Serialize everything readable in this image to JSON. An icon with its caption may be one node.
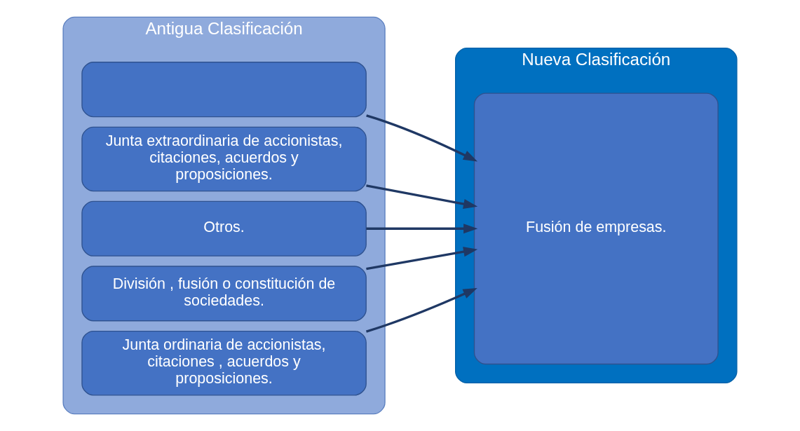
{
  "diagram": {
    "nodes": [
      {
        "text": [
          "Antigua Clasificación"
        ]
      },
      {
        "text": [],
        "shape": "box",
        "in": 0
      },
      {
        "text": [
          "Junta extraordinaria de accionistas, citaciones, acuerdos y proposiciones."
        ],
        "in": 0
      },
      {
        "text": [
          "Otros."
        ],
        "in": 0
      },
      {
        "text": [
          "División , fusión o constitución de sociedades."
        ],
        "in": 0
      },
      {
        "text": [
          "Junta ordinaria de accionistas, citaciones , acuerdos y proposiciones."
        ],
        "in": 0
      },
      {
        "text": [
          "Nueva Clasificación"
        ]
      },
      {
        "text": [
          "Fusión de empresas."
        ],
        "in": 6
      }
    ],
    "edges": [
      {
        "from": 1,
        "to": 7,
        "arrow": "to"
      },
      {
        "from": 2,
        "to": 7,
        "arrow": "to"
      },
      {
        "from": 3,
        "to": 7,
        "arrow": "to"
      },
      {
        "from": 4,
        "to": 7,
        "arrow": "to"
      },
      {
        "from": 5,
        "to": 7,
        "arrow": "to"
      }
    ]
  }
}
